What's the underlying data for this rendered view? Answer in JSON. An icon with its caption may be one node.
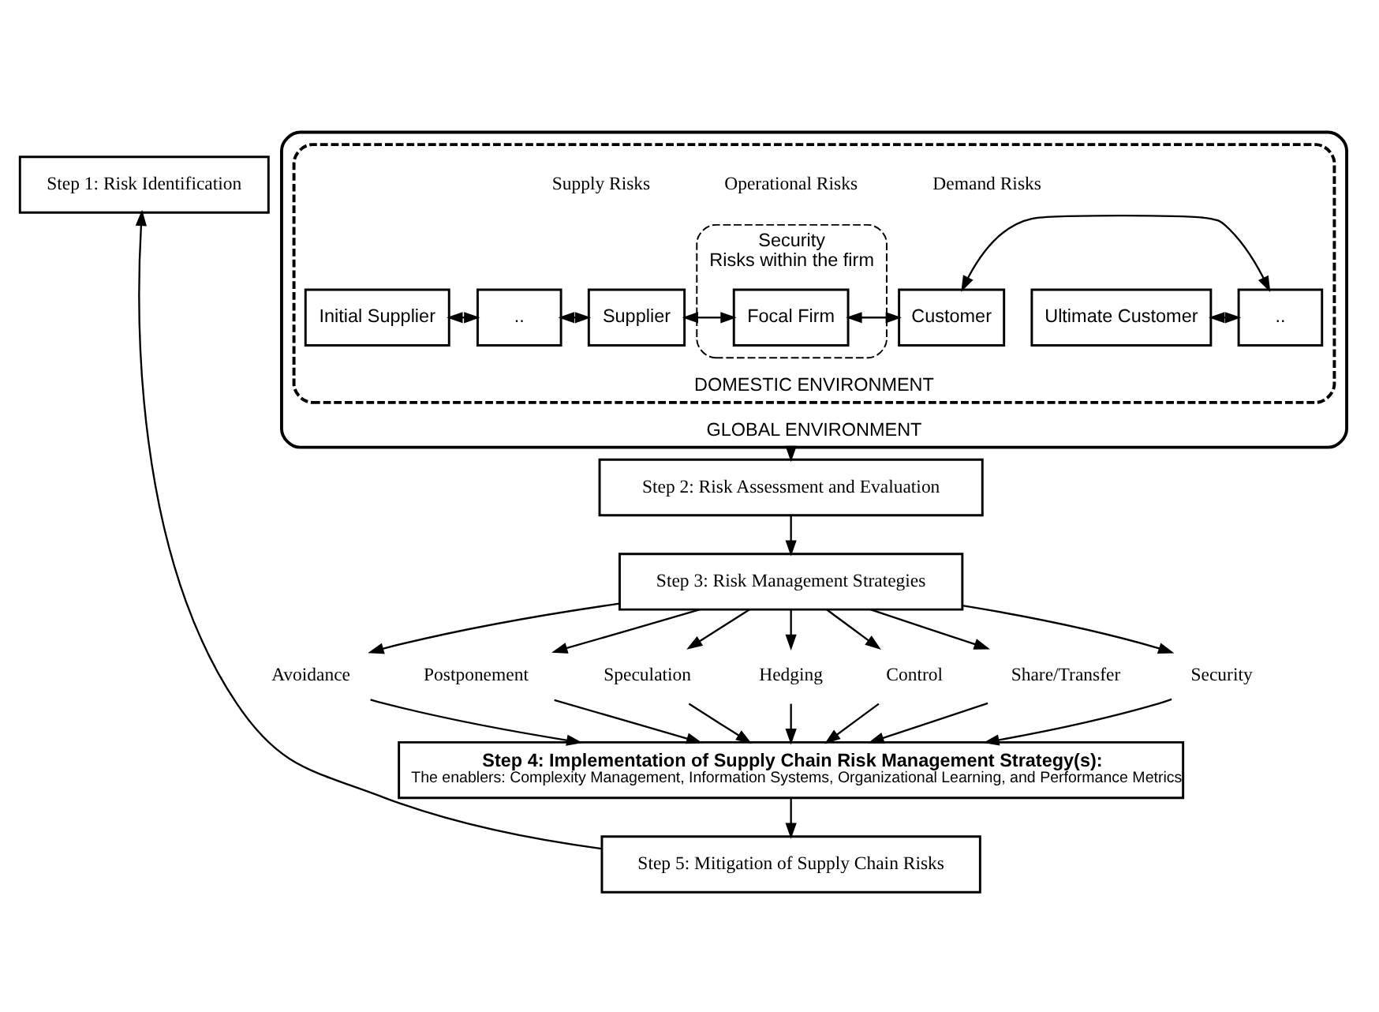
{
  "diagram": {
    "nodes": [
      {
        "text": [
          "Step 1: Risk Identification"
        ]
      },
      {
        "text": [
          "GLOBAL ENVIRONMENT"
        ]
      },
      {
        "text": [
          "DOMESTIC ENVIRONMENT"
        ],
        "in": 1
      },
      {
        "text": [
          "Security",
          "Risks within the firm"
        ],
        "in": 2
      },
      {
        "text": [
          "Initial Supplier"
        ],
        "in": 2
      },
      {
        "text": [
          ".."
        ],
        "in": 2
      },
      {
        "text": [
          "Supplier"
        ],
        "in": 2
      },
      {
        "text": [
          "Focal Firm"
        ],
        "in": 3
      },
      {
        "text": [
          "Customer"
        ],
        "in": 2
      },
      {
        "text": [
          ".."
        ],
        "in": 2
      },
      {
        "text": [
          "Ultimate Customer"
        ],
        "in": 2
      },
      {
        "text": [
          "Step 2: Risk Assessment and Evaluation"
        ]
      },
      {
        "text": [
          "Step 3: Risk Management Strategies"
        ]
      },
      {
        "text": [
          "Avoidance"
        ]
      },
      {
        "text": [
          "Postponement"
        ]
      },
      {
        "text": [
          "Speculation"
        ]
      },
      {
        "text": [
          "Hedging"
        ]
      },
      {
        "text": [
          "Control"
        ]
      },
      {
        "text": [
          "Share/Transfer"
        ]
      },
      {
        "text": [
          "Security"
        ]
      },
      {
        "text": [
          "Step 4: Implementation of Supply Chain Risk Management Strategy(s):",
          "The enablers: Complexity Management, Information Systems, Organizational Learning, and Performance Metrics"
        ]
      },
      {
        "text": [
          "Step 5: Mitigation of Supply Chain Risks"
        ]
      }
    ],
    "edges": [
      {
        "from": 4,
        "to": 5,
        "arrow": "both"
      },
      {
        "from": 5,
        "to": 6,
        "arrow": "both"
      },
      {
        "from": 6,
        "to": 7,
        "arrow": "both"
      },
      {
        "from": 7,
        "to": 8,
        "arrow": "both"
      },
      {
        "from": 8,
        "to": 9,
        "arrow": "both"
      },
      {
        "from": 9,
        "to": 10,
        "arrow": "both"
      },
      {
        "from": 1,
        "to": 11,
        "arrow": "to"
      },
      {
        "from": 11,
        "to": 12,
        "arrow": "to"
      },
      {
        "from": 12,
        "to": 13,
        "arrow": "to"
      },
      {
        "from": 12,
        "to": 14,
        "arrow": "to"
      },
      {
        "from": 12,
        "to": 15,
        "arrow": "to"
      },
      {
        "from": 12,
        "to": 16,
        "arrow": "to"
      },
      {
        "from": 12,
        "to": 17,
        "arrow": "to"
      },
      {
        "from": 12,
        "to": 18,
        "arrow": "to"
      },
      {
        "from": 12,
        "to": 19,
        "arrow": "to"
      },
      {
        "from": 13,
        "to": 20,
        "arrow": "to"
      },
      {
        "from": 14,
        "to": 20,
        "arrow": "to"
      },
      {
        "from": 15,
        "to": 20,
        "arrow": "to"
      },
      {
        "from": 16,
        "to": 20,
        "arrow": "to"
      },
      {
        "from": 17,
        "to": 20,
        "arrow": "to"
      },
      {
        "from": 18,
        "to": 20,
        "arrow": "to"
      },
      {
        "from": 19,
        "to": 20,
        "arrow": "to"
      },
      {
        "from": 20,
        "to": 21,
        "arrow": "to"
      },
      {
        "from": 21,
        "to": 0,
        "arrow": "to"
      }
    ],
    "labels": [
      "Supply Risks",
      "Operational Risks",
      "Demand Risks"
    ]
  }
}
